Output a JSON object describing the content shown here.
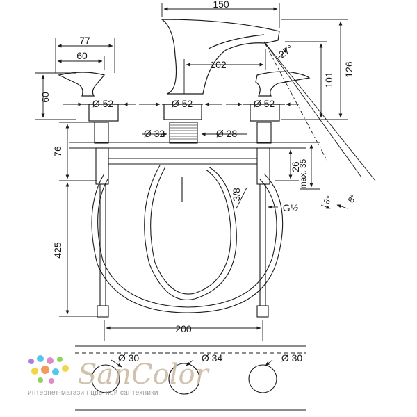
{
  "dimensions": {
    "spout_width": "150",
    "handle_total_width": "77",
    "handle_width": "60",
    "body_height": "60",
    "base_diameter_left": "Ø 52",
    "base_diameter_center": "Ø 52",
    "base_diameter_right": "Ø 52",
    "spout_reach": "102",
    "pipe_diameter_center": "Ø 32",
    "pipe_diameter_side": "Ø 28",
    "total_height": "126",
    "spout_height": "101",
    "spout_angle": "27°",
    "thread_length": "76",
    "mount_depth": "26",
    "max_deck_thickness": "max. 35",
    "hose_thread": "3/8",
    "connection_thread": "G½",
    "tilt_angle_1": "8°",
    "tilt_angle_2": "8°",
    "hose_length": "425",
    "center_distance": "200",
    "hole_left": "Ø 30",
    "hole_center": "Ø 34",
    "hole_right": "Ø 30"
  },
  "watermark": {
    "brand": "SanColor",
    "tagline": "интернет-магазин цветной сантехники"
  },
  "colors": {
    "line": "#1a1a1a",
    "hatch": "#444444",
    "watermark_text": "#c9b8a3",
    "dot_colors": [
      "#f2d648",
      "#e08ac9",
      "#58c6ea",
      "#8fd45a",
      "#f29b5a",
      "#b07be0"
    ]
  }
}
